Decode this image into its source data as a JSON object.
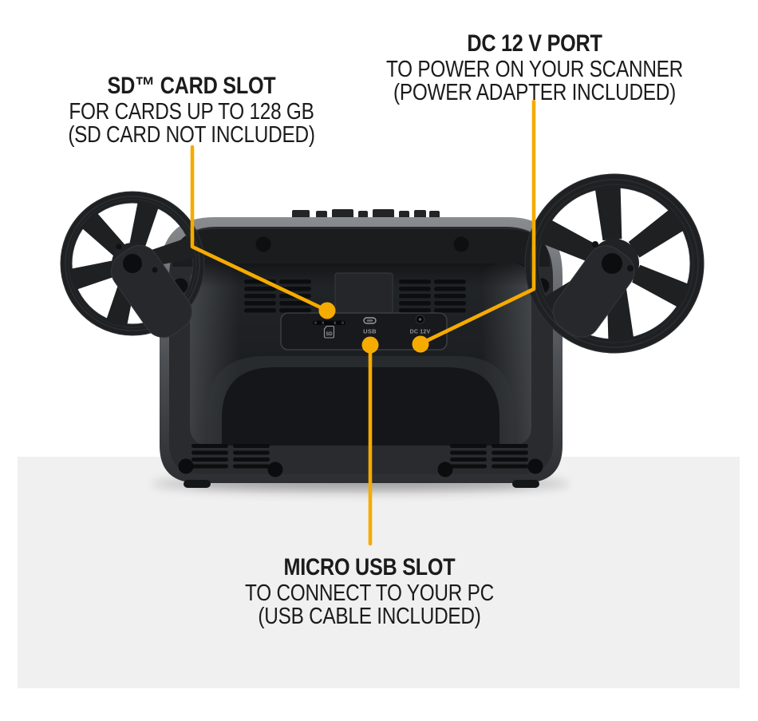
{
  "canvas": {
    "background": "#ffffff",
    "floor_color": "#f0f0f1"
  },
  "accent_color": "#F5AB00",
  "annotations": {
    "sd_card": {
      "title": "SD™ CARD SLOT",
      "line1": "FOR CARDS UP TO 128 GB",
      "line2": "(SD CARD NOT INCLUDED)"
    },
    "dc_port": {
      "title": "DC 12 V PORT",
      "line1": "TO POWER ON YOUR SCANNER",
      "line2": "(POWER ADAPTER INCLUDED)"
    },
    "micro_usb": {
      "title": "MICRO USB SLOT",
      "line1": "TO CONNECT TO YOUR PC",
      "line2": "(USB CABLE INCLUDED)"
    }
  },
  "device": {
    "port_labels": {
      "sd_icon": "SD",
      "usb": "USB",
      "dc": "DC 12V"
    }
  }
}
